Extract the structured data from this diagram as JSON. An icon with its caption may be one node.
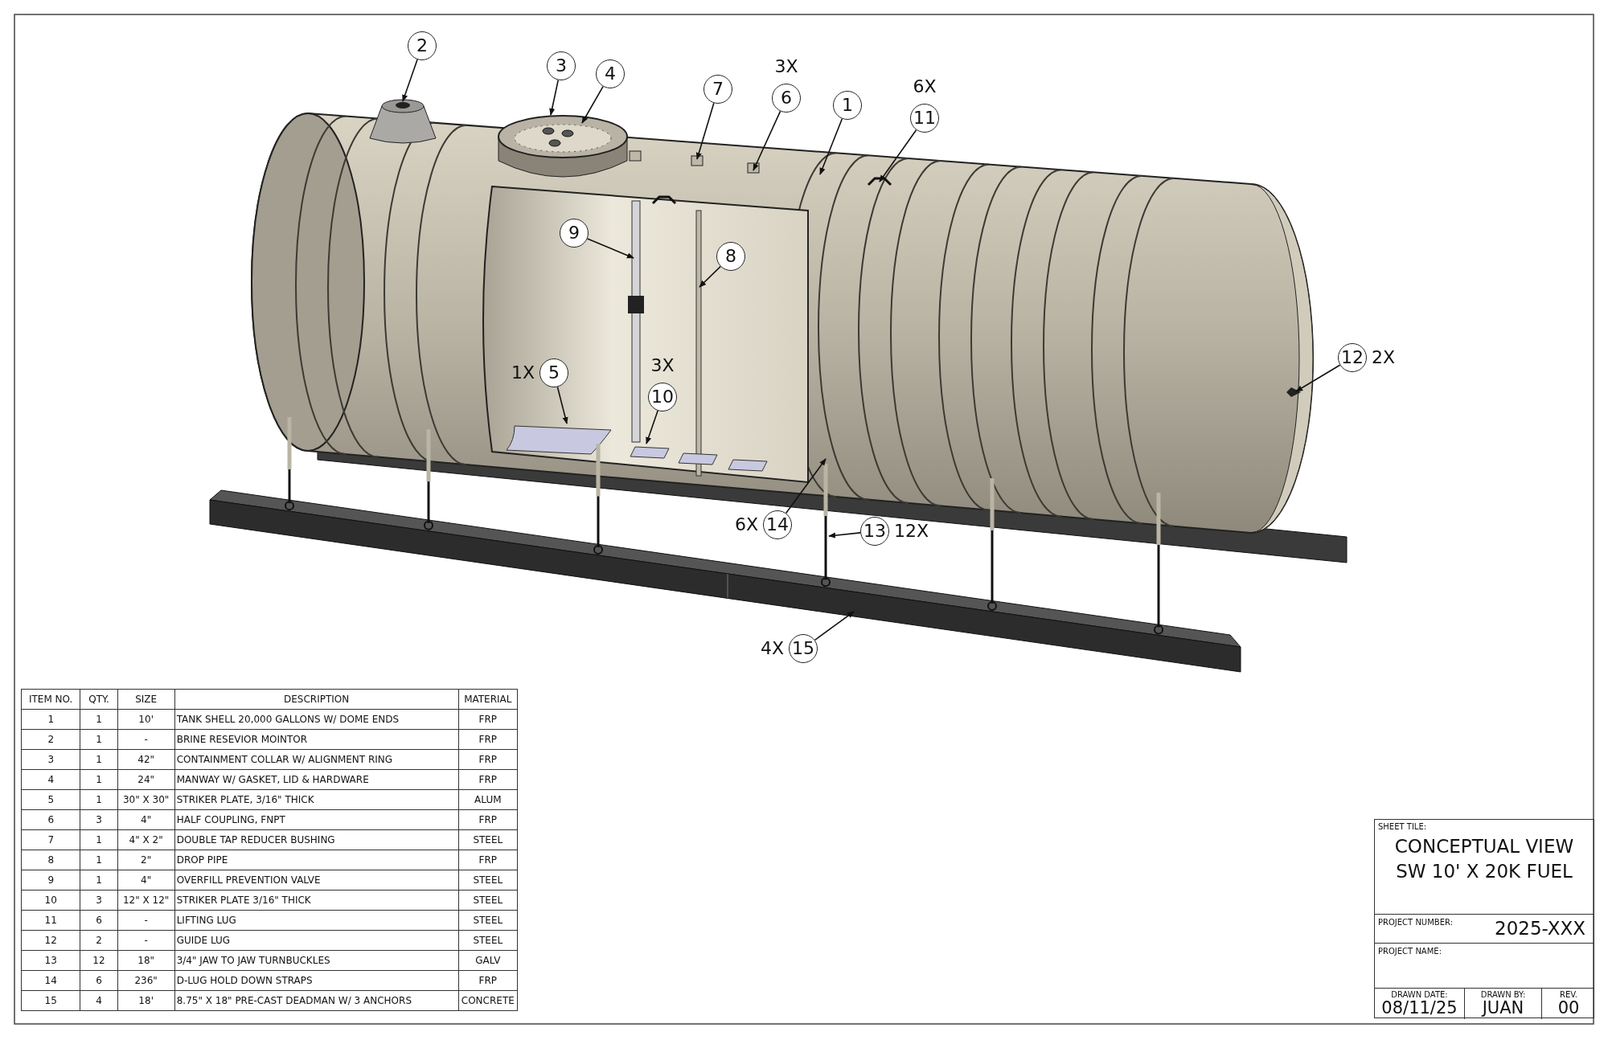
{
  "diagram": {
    "nodes": [
      {
        "text": [
          "1"
        ]
      },
      {
        "text": [
          "2"
        ]
      },
      {
        "text": [
          "3"
        ]
      },
      {
        "text": [
          "4"
        ]
      },
      {
        "text": [
          "5"
        ],
        "beside": [
          "1X"
        ]
      },
      {
        "text": [
          "6"
        ],
        "beside": [
          "3X"
        ]
      },
      {
        "text": [
          "7"
        ]
      },
      {
        "text": [
          "8"
        ]
      },
      {
        "text": [
          "9"
        ]
      },
      {
        "text": [
          "10"
        ],
        "beside": [
          "3X"
        ]
      },
      {
        "text": [
          "11"
        ],
        "beside": [
          "6X"
        ]
      },
      {
        "text": [
          "12"
        ],
        "beside": [
          "2X"
        ]
      },
      {
        "text": [
          "13"
        ],
        "beside": [
          "12X"
        ]
      },
      {
        "text": [
          "14"
        ],
        "beside": [
          "6X"
        ]
      },
      {
        "text": [
          "15"
        ],
        "beside": [
          "4X"
        ]
      }
    ],
    "edges": [
      {
        "from": 0,
        "to": null,
        "arrow": "to"
      },
      {
        "from": 1,
        "to": null,
        "arrow": "to"
      },
      {
        "from": 2,
        "to": null,
        "arrow": "to"
      },
      {
        "from": 3,
        "to": null,
        "arrow": "to"
      },
      {
        "from": 4,
        "to": null,
        "arrow": "to"
      },
      {
        "from": 5,
        "to": null,
        "arrow": "to"
      },
      {
        "from": 6,
        "to": null,
        "arrow": "to"
      },
      {
        "from": 7,
        "to": null,
        "arrow": "to"
      },
      {
        "from": 8,
        "to": null,
        "arrow": "to"
      },
      {
        "from": 9,
        "to": null,
        "arrow": "to"
      },
      {
        "from": 10,
        "to": null,
        "arrow": "to"
      },
      {
        "from": 11,
        "to": null,
        "arrow": "to"
      },
      {
        "from": 12,
        "to": null,
        "arrow": "to"
      },
      {
        "from": 13,
        "to": null,
        "arrow": "to"
      },
      {
        "from": 14,
        "to": null,
        "arrow": "to"
      }
    ],
    "labels": [
      "ITEM NO.",
      "QTY.",
      "SIZE",
      "DESCRIPTION",
      "MATERIAL",
      "1",
      "1",
      "10'",
      "TANK SHELL 20,000 GALLONS W/ DOME ENDS",
      "FRP",
      "2",
      "1",
      "-",
      "BRINE RESEVIOR MOINTOR",
      "FRP",
      "3",
      "1",
      "42\"",
      "CONTAINMENT COLLAR W/ ALIGNMENT RING",
      "FRP",
      "4",
      "1",
      "24\"",
      "MANWAY W/ GASKET, LID & HARDWARE",
      "FRP",
      "5",
      "1",
      "30\" X 30\"",
      "STRIKER PLATE, 3/16\" THICK",
      "ALUM",
      "6",
      "3",
      "4\"",
      "HALF COUPLING, FNPT",
      "FRP",
      "7",
      "1",
      "4\" X 2\"",
      "DOUBLE TAP REDUCER BUSHING",
      "STEEL",
      "8",
      "1",
      "2\"",
      "DROP PIPE",
      "FRP",
      "9",
      "1",
      "4\"",
      "OVERFILL PREVENTION VALVE",
      "STEEL",
      "10",
      "3",
      "12\" X 12\"",
      "STRIKER PLATE 3/16\" THICK",
      "STEEL",
      "11",
      "6",
      "-",
      "LIFTING LUG",
      "STEEL",
      "12",
      "2",
      "-",
      "GUIDE LUG",
      "STEEL",
      "13",
      "12",
      "18\"",
      "3/4\" JAW TO JAW TURNBUCKLES",
      "GALV",
      "14",
      "6",
      "236\"",
      "D-LUG HOLD DOWN STRAPS",
      "FRP",
      "15",
      "4",
      "18'",
      "8.75\" X 18\" PRE-CAST DEADMAN W/ 3 ANCHORS",
      "CONCRETE",
      "SHEET TILE:",
      "CONCEPTUAL VIEW SW 10' X 20K FUEL",
      "PROJECT NUMBER:",
      "2025-XXX",
      "PROJECT NAME:",
      "DRAWN DATE:",
      "08/11/25",
      "DRAWN BY:",
      "JUAN",
      "REV.",
      "00"
    ]
  }
}
